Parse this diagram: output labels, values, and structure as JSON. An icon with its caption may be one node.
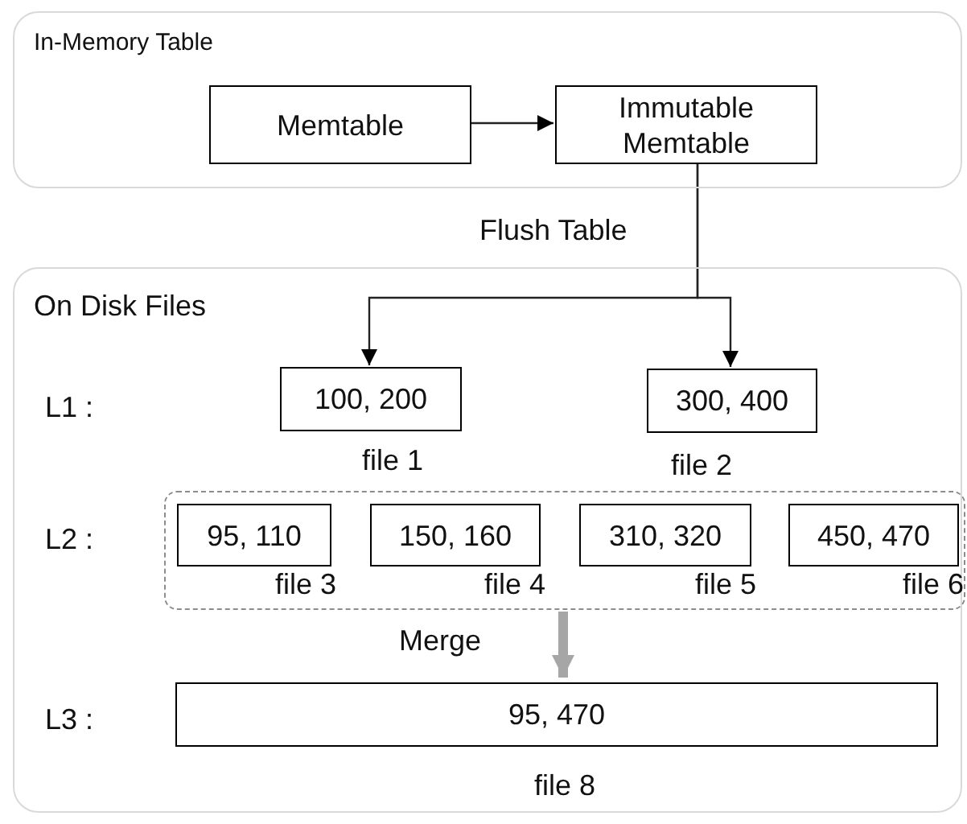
{
  "diagram": {
    "nodes": [
      {
        "text": [
          "In-Memory Table"
        ]
      },
      {
        "text": [
          "Memtable"
        ],
        "in": 0
      },
      {
        "text": [
          "Immutable Memtable"
        ],
        "in": 0
      },
      {
        "text": [
          "On Disk Files"
        ]
      },
      {
        "text": [
          "100, 200"
        ],
        "in": 3,
        "beside": [
          "file 1"
        ]
      },
      {
        "text": [
          "300, 400"
        ],
        "in": 3,
        "beside": [
          "file 2"
        ]
      },
      {
        "text": [],
        "shape": "box",
        "in": 3
      },
      {
        "text": [
          "95, 110"
        ],
        "in": 6,
        "beside": [
          "file 3"
        ]
      },
      {
        "text": [
          "150, 160"
        ],
        "in": 6,
        "beside": [
          "file 4"
        ]
      },
      {
        "text": [
          "310, 320"
        ],
        "in": 6,
        "beside": [
          "file 5"
        ]
      },
      {
        "text": [
          "450, 470"
        ],
        "in": 6,
        "beside": [
          "file 6"
        ]
      },
      {
        "text": [
          "95, 470"
        ],
        "in": 3,
        "beside": [
          "file 8"
        ]
      }
    ],
    "edges": [
      {
        "from": 1,
        "to": 2,
        "arrow": "to"
      },
      {
        "from": 2,
        "to": 4,
        "arrow": "to",
        "label": "Flush Table"
      },
      {
        "from": 2,
        "to": 5,
        "arrow": "to"
      },
      {
        "from": 6,
        "to": 11,
        "arrow": "to",
        "label": "Merge",
        "style": "thick",
        "color": "#a6a6a6"
      }
    ],
    "labels": [
      "L1 :",
      "L2 :",
      "L3 :"
    ]
  }
}
